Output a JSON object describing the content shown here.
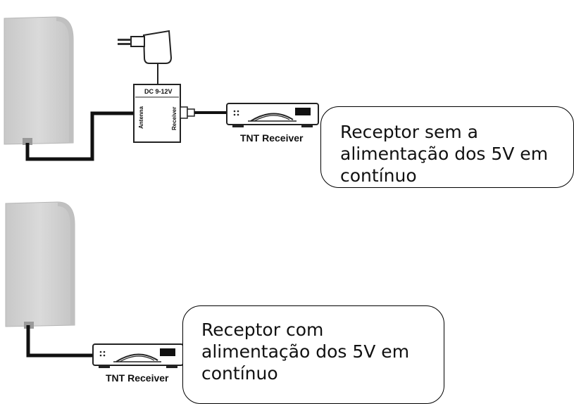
{
  "colors": {
    "antenna_fill": "#d4d4d4",
    "antenna_edge": "#bcbcbc",
    "cable": "#111111",
    "device_outline": "#222222",
    "background": "#ffffff"
  },
  "top_setup": {
    "power_supply_label": "DC 9-12V",
    "antenna_port_label": "Antenna",
    "receiver_port_label": "Receiver",
    "receiver_caption": "TNT Receiver",
    "callout_lines": [
      "Receptor sem a",
      "alimentação dos 5V em",
      "contínuo"
    ]
  },
  "bottom_setup": {
    "receiver_caption": "TNT Receiver",
    "callout_lines": [
      "Receptor com",
      "alimentação dos 5V em",
      "contínuo"
    ]
  },
  "icons": [
    "antenna-panel-icon",
    "power-adapter-icon",
    "power-injector-icon",
    "tnt-receiver-icon"
  ]
}
